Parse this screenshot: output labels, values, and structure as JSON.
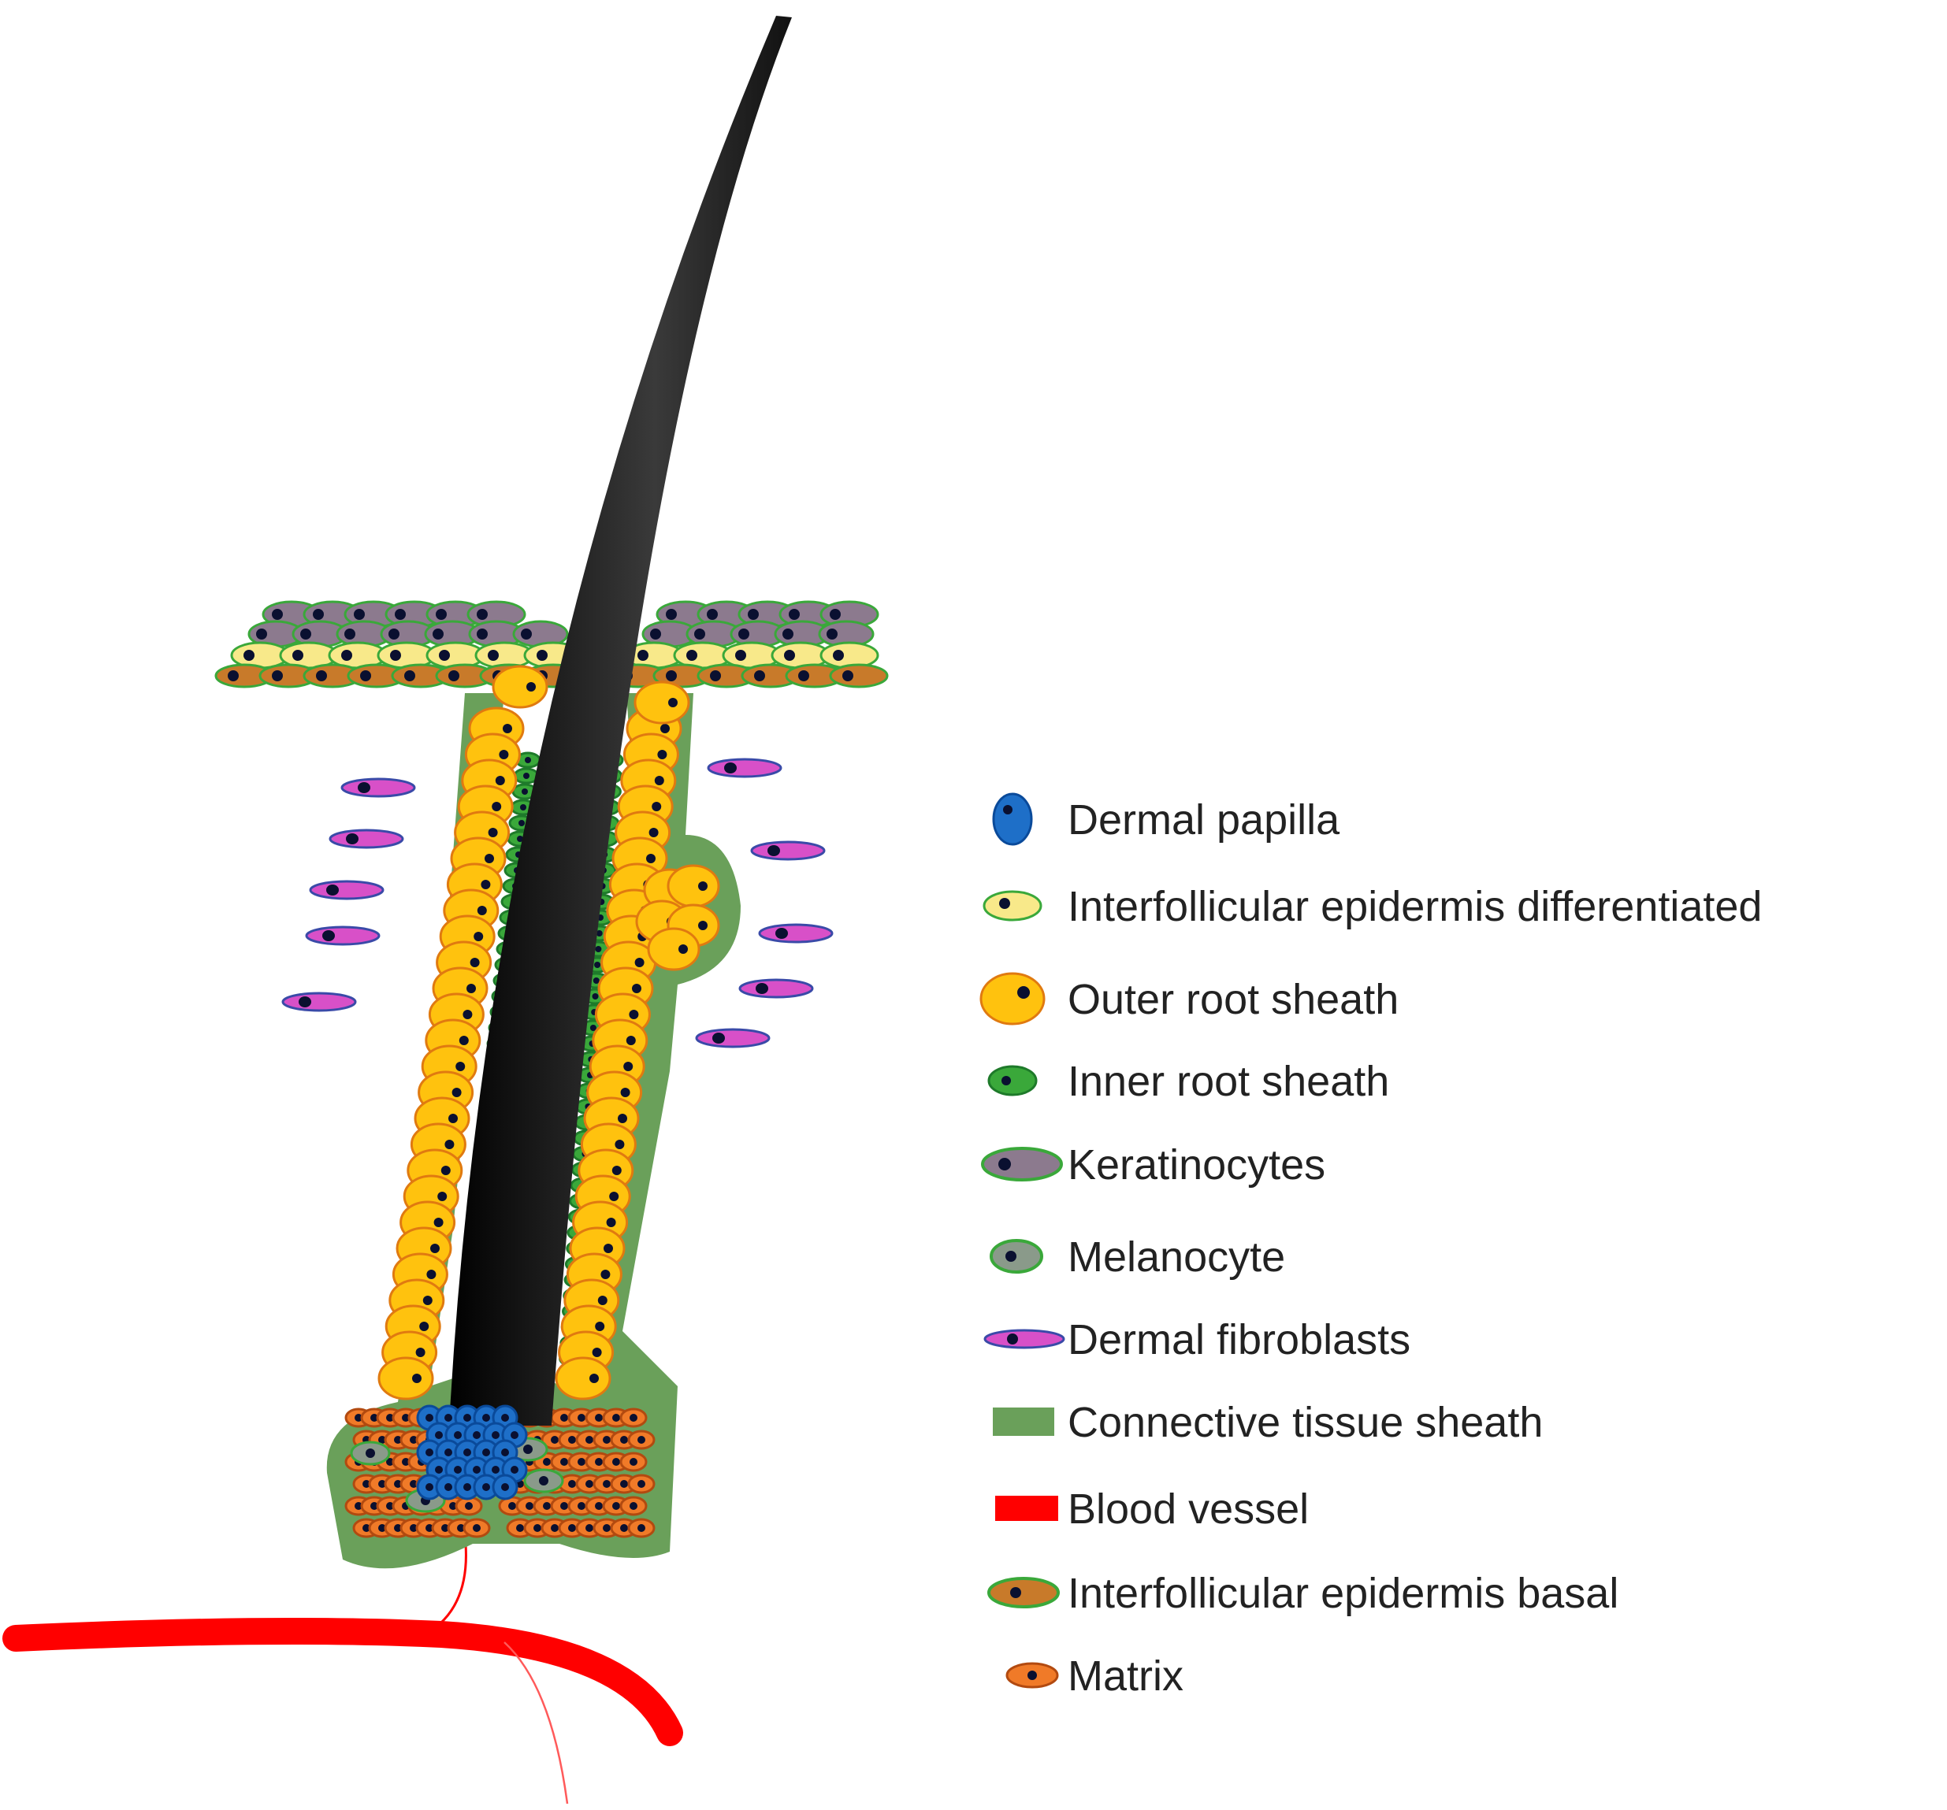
{
  "legend": {
    "items": [
      {
        "key": "dermal-papilla",
        "label": "Dermal papilla",
        "swatch": "blue-cell"
      },
      {
        "key": "ife-differentiated",
        "label": "Interfollicular epidermis differentiated",
        "swatch": "yellow-cell"
      },
      {
        "key": "outer-root-sheath",
        "label": "Outer root sheath",
        "swatch": "orange-cell"
      },
      {
        "key": "inner-root-sheath",
        "label": "Inner root sheath",
        "swatch": "green-cell"
      },
      {
        "key": "keratinocytes",
        "label": "Keratinocytes",
        "swatch": "purple-cell"
      },
      {
        "key": "melanocyte",
        "label": "Melanocyte",
        "swatch": "gray-cell"
      },
      {
        "key": "dermal-fibroblasts",
        "label": "Dermal fibroblasts",
        "swatch": "spindle-cell"
      },
      {
        "key": "connective-tissue-sheath",
        "label": "Connective tissue sheath",
        "swatch": "green-bar"
      },
      {
        "key": "blood-vessel",
        "label": "Blood vessel",
        "swatch": "red-bar"
      },
      {
        "key": "ife-basal",
        "label": "Interfollicular epidermis basal",
        "swatch": "brown-cell"
      },
      {
        "key": "matrix",
        "label": "Matrix",
        "swatch": "matrix-cell"
      }
    ]
  },
  "colors": {
    "dermal_papilla": "#1e6fc8",
    "ife_differentiated": "#f8e98a",
    "outer_root_sheath": "#ffc20e",
    "outer_root_sheath_edge": "#e07a10",
    "inner_root_sheath": "#3aa83a",
    "keratinocyte": "#8c7a8e",
    "melanocyte": "#8a9a8a",
    "fibroblast": "#d850c8",
    "fibroblast_edge": "#3a4aa8",
    "connective_tissue_sheath": "#6aa05a",
    "blood_vessel": "#ff0000",
    "ife_basal": "#c87a2a",
    "matrix": "#f07a28",
    "hair_shaft": "#1a1a1a",
    "nucleus": "#0a1030"
  }
}
